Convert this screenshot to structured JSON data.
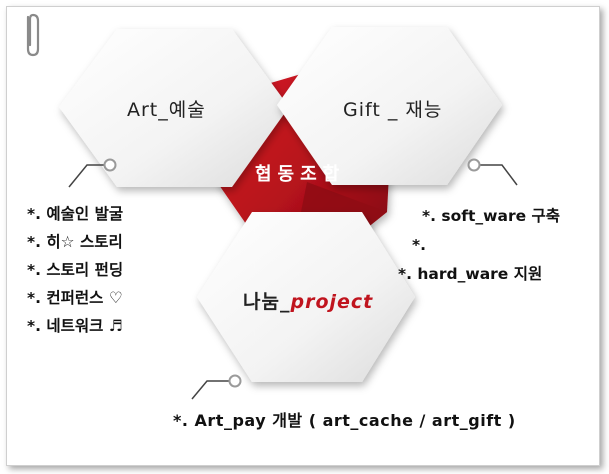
{
  "hexagons": {
    "top_left": "Art_예술",
    "top_right": "Gift _ 재능",
    "bottom_prefix": "나눔_",
    "bottom_emphasis": "project",
    "center": "협동조합"
  },
  "left_list": [
    "*. 예술인 발굴",
    "*. 히☆ 스토리",
    "*. 스토리 펀딩",
    "*. 컨퍼런스 ♡",
    "*. 네트워크 ♬"
  ],
  "right_list": [
    "*. soft_ware 구축",
    "*.",
    "*. hard_ware 지원"
  ],
  "bottom_text": "*. Art_pay 개발 ( art_cache / art_gift )",
  "colors": {
    "accent_red": "#c0141e",
    "dark_red": "#8a0c12",
    "hex_light": "#f4f4f4",
    "hex_shadow": "#d8d8d8"
  },
  "icons": [
    "paperclip-icon",
    "connector-dot-icon"
  ]
}
